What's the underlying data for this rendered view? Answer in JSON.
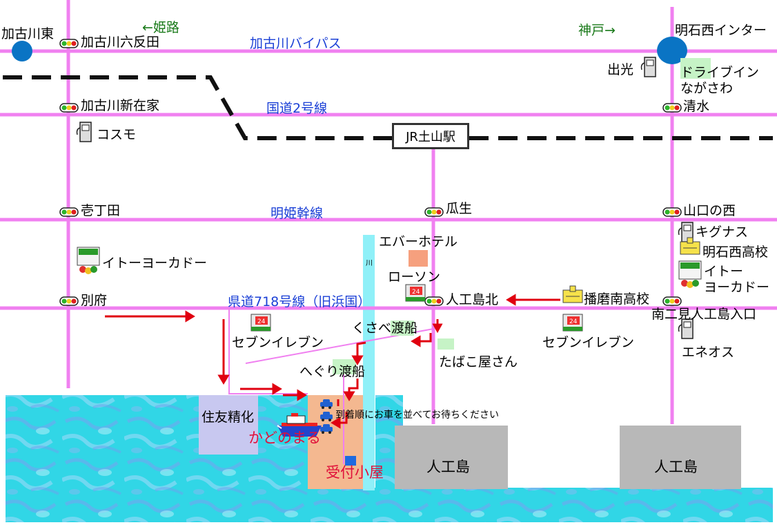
{
  "roads": {
    "bypass": "加古川バイパス",
    "route2": "国道2号線",
    "meiki": "明姫幹線",
    "pref718": "県道718号線（旧浜国）"
  },
  "directions": {
    "himeji": "←姫路",
    "kobe": "神戸→"
  },
  "interchanges": {
    "kakogawa_east": "加古川東",
    "akashi_west_ic": "明石西インター"
  },
  "signals": {
    "rokutanda": "加古川六反田",
    "shinzaike": "加古川新在家",
    "ichojoda": "壱丁田",
    "befu": "別府",
    "shimizu": "清水",
    "uryu": "瓜生",
    "yamaguchi_nishi": "山口の西",
    "jinkoujima_kita": "人工島北",
    "minami_futami": "南二見人工島入口"
  },
  "station": "JR土山駅",
  "places": {
    "idemitsu": "出光",
    "drive_in": "ドライブイン\nながさわ",
    "cosmo": "コスモ",
    "ito_yokado_west": "イトーヨーカドー",
    "ever_hotel": "エバーホテル",
    "lawson": "ローソン",
    "river": "川",
    "kignus": "キグナス",
    "akashi_nishi_hs": "明石西高校",
    "ito_yokado_east": "イトー\nヨーカドー",
    "harima_minami_hs": "播磨南高校",
    "eneos": "エネオス",
    "seven_1": "セブンイレブン",
    "kusabe_ferry": "くさべ渡船",
    "tabako": "たばこ屋さん",
    "seven_2": "セブンイレブン",
    "heguri_ferry": "へぐり渡船",
    "sumitomo": "住友精化",
    "parking_note": "到着順にお車を並べてお待ちください",
    "kadonomaru": "かどのまる",
    "reception": "受付小屋",
    "island_1": "人工島",
    "island_2": "人工島"
  },
  "colors": {
    "road": "#f080f0",
    "river": "#8ff0f8",
    "sea": "#30d8e8",
    "railway": "#111111",
    "arrow": "#e00010",
    "island": "#b8b8b8",
    "sumitomo": "#c8c8f0",
    "pier": "#f4b890"
  }
}
